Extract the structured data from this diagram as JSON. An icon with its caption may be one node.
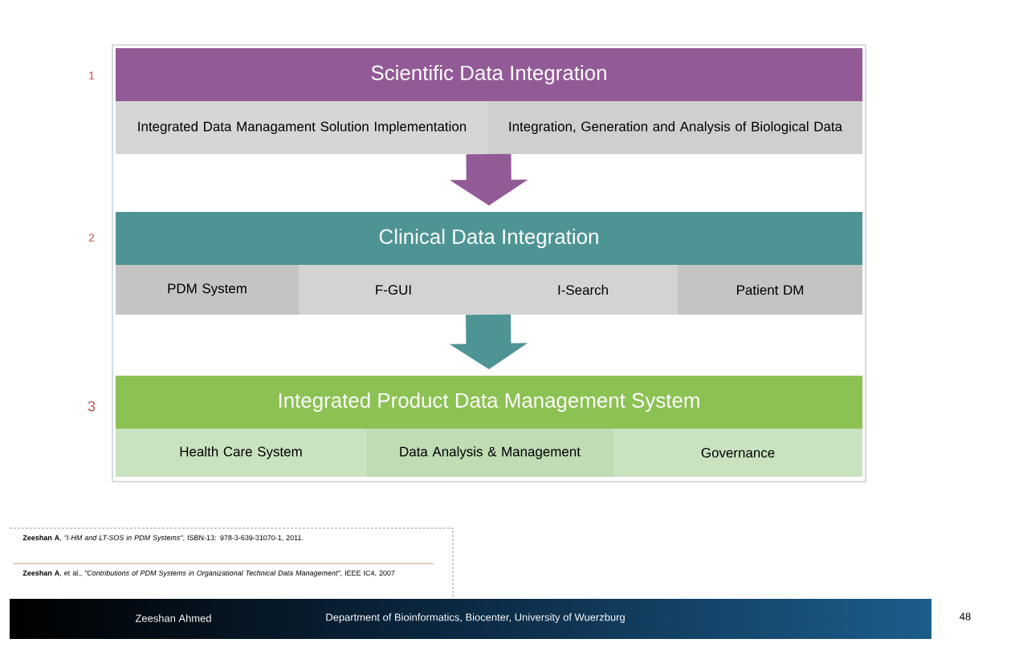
{
  "diagram": {
    "nodes": [
      {
        "text": [
          "Scientific Data Integration"
        ]
      },
      {
        "text": [
          "Integrated Data Managament Solution Implementation"
        ]
      },
      {
        "text": [
          "Integration, Generation and Analysis of Biological Data"
        ]
      },
      {
        "text": [
          "Clinical Data Integration"
        ]
      },
      {
        "text": [
          "PDM System"
        ]
      },
      {
        "text": [
          "F-GUI"
        ]
      },
      {
        "text": [
          "I-Search"
        ]
      },
      {
        "text": [
          "Patient DM"
        ]
      },
      {
        "text": [
          "Integrated Product Data Management System"
        ]
      },
      {
        "text": [
          "Health Care System"
        ]
      },
      {
        "text": [
          "Data Analysis & Management"
        ]
      },
      {
        "text": [
          "Governance"
        ]
      }
    ],
    "edges": [
      {
        "from": 1,
        "to": 3,
        "arrow": "to",
        "color": "#925a96"
      },
      {
        "from": 2,
        "to": 3,
        "arrow": "to",
        "color": "#925a96"
      },
      {
        "from": 5,
        "to": 8,
        "arrow": "to",
        "color": "#4e9494"
      },
      {
        "from": 6,
        "to": 8,
        "arrow": "to",
        "color": "#4e9494"
      }
    ],
    "labels": [
      "1",
      "2",
      "3",
      "**Zeeshan A**, *\"I-HM and LT-SOS in PDM Systems\"*, ISBN-13: 978-3-639-31070-1, 2011.",
      "**Zeeshan A**, et al., *\"Contributions of PDM Systems in Organizational Technical Data Management\"*, IEEE IC4, 2007",
      "Zeeshan Ahmed",
      "Department of Bioinformatics, Biocenter, University of Wuerzburg",
      "48"
    ]
  }
}
